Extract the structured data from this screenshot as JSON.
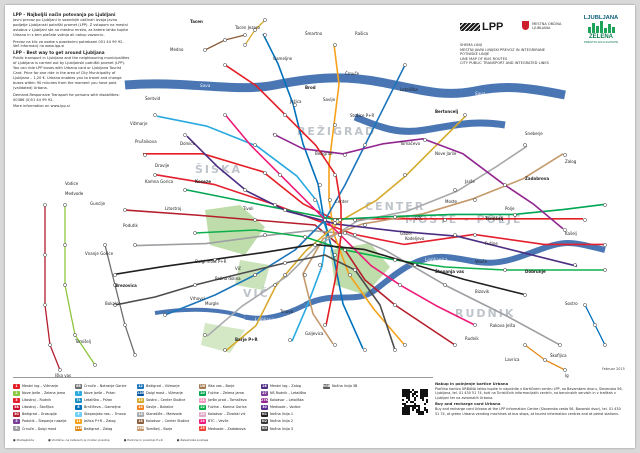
{
  "intro": {
    "title_sl": "LPP – Najboljši način potovanja po Ljubljani",
    "para1": "Javni prevoz po Ljubljani in sosednjih občinah izvaja Javno podjetje Ljubljanski potniški promet (LPP). Z vstopom na mestni avtobus v Ljubljani ste na mestno mrežo, za katere lahko kupite Urbano in s tem plačate vožnjo ali nakup vozovnic.",
    "para2": "Prevoz na klic za osebe s posebnimi potrebami 051 44 99 92. Več informacij na www.lpp.si",
    "title_en": "LPP - Best way to get around Ljubljana",
    "para3": "Public transport in Ljubljana and the neighbouring municipalities of Ljubljana is carried out by Ljubljanski potniški promet (LPP). You can ride LPP buses with Urbana card or Ljubljana Tourist Card. Price for one ride in the area of City Municipality of Ljubljana – 1,20 €. Urbana enables you to travel and change buses within 90 minutes from the moment you have paid (validated) Urbana.",
    "para4": "Demand-Responsive Transport for persons with disabilities: 00386 (0)51 44 99 92.",
    "para5": "More information on www.lpp.si"
  },
  "brand": {
    "lpp": "LPP",
    "slo1": "MESTNA OBČINA",
    "slo2": "LJUBLJANA",
    "line1": "SHEMA LINIJ",
    "line2": "MESTNI JAVNI LINIJSKI PREVOZ IN INTEGRIRANE",
    "line3": "POTNIŠKE LINIJE",
    "line4": "LINE MAP OF BUS ROUTES",
    "line5": "CITY PUBLIC TRANSPORT AND INTEGRATED LINES",
    "ljub": "LJUBLJANA",
    "green": "ZELENA",
    "green_sub": "PRESTOLNICA EVROPE"
  },
  "districts": [
    "BEŽIGRAD",
    "ŠIŠKA",
    "CENTER",
    "MOSTE - POLJE",
    "VIČ",
    "RUDNIK"
  ],
  "rivers": [
    "Sava",
    "Sava",
    "Ljubljanica",
    "Ljubljanica",
    "Gradaščica"
  ],
  "places": [
    "Tacen",
    "Tacen Jezero",
    "Medno",
    "Šmartno",
    "Gameljne",
    "Rašica",
    "Črnuče",
    "Brod",
    "Ježica",
    "Savlje",
    "Stožice P+R",
    "Tomačevo",
    "Nove Jarše",
    "Zalog",
    "Zadobrova",
    "Šentvid",
    "Vižmarje",
    "Prušnikova",
    "Dravlje",
    "Kamna Gorica",
    "Podutik",
    "Koseze",
    "Bežigrad",
    "Center",
    "Tivoli",
    "Moste",
    "Polje",
    "Fužine",
    "Štepanja vas",
    "Rudnik",
    "Rakova Jelša",
    "Lavrica",
    "Škofljica",
    "Ig",
    "Vnanje Gorice",
    "Brezovica",
    "Dolgi most P+R",
    "Murgle",
    "Vič",
    "Bokalce",
    "Tomišelj",
    "Iška vas",
    "Barje P+R",
    "Trnovo",
    "Galjevica",
    "Rožna dolina",
    "Kodeljevo",
    "Bizovik",
    "Sostro",
    "Dobrunje",
    "Vevče",
    "Kašelj",
    "Sneberje",
    "Jarše",
    "Letališka",
    "BTC",
    "Tomišelj",
    "Litostroj",
    "Dolnice",
    "Gunclje",
    "Medvode",
    "Vodice",
    "Gaber",
    "Bertoncelj",
    "Vrhovci"
  ],
  "lines": [
    {
      "num": "1",
      "name": "Mestni log – Vižmarje",
      "color": "#e31e24"
    },
    {
      "num": "2",
      "name": "Nove Jarše – Zelena jama",
      "color": "#8dc63f"
    },
    {
      "num": "3",
      "name": "Litostroj – Rudnik",
      "color": "#e5202e"
    },
    {
      "num": "3B",
      "name": "Litostroj – Škofljica",
      "color": "#c8102e"
    },
    {
      "num": "3G",
      "name": "Bežigrad – Grosuplje",
      "color": "#b41e2d"
    },
    {
      "num": "5",
      "name": "Podutik – Štepanja naselje",
      "color": "#7b3f98"
    },
    {
      "num": "6",
      "name": "Črnuče – Dolgi most",
      "color": "#9e9fa3"
    },
    {
      "num": "6B",
      "name": "Črnuče – Notranje Gorice",
      "color": "#6d6e71"
    },
    {
      "num": "7",
      "name": "Nove Jarše – Pržan",
      "color": "#2aaae1"
    },
    {
      "num": "7L",
      "name": "Letališka – Pržan",
      "color": "#1c8fc4"
    },
    {
      "num": "8",
      "name": "Brnčičeva – Gameljne",
      "color": "#0072bc"
    },
    {
      "num": "9",
      "name": "Štepanjsko nas. – Trnovo",
      "color": "#6dcff6"
    },
    {
      "num": "11",
      "name": "Ježica P+R – Zalog",
      "color": "#f7a21b"
    },
    {
      "num": "11B",
      "name": "Bežigrad – Zalog",
      "color": "#e28a17"
    },
    {
      "num": "12",
      "name": "Bežigrad – Vižmarje",
      "color": "#1b75bb"
    },
    {
      "num": "12D",
      "name": "Dolgi most – Vižmarje",
      "color": "#00539f"
    },
    {
      "num": "13",
      "name": "Sostro – Center Stožice",
      "color": "#d6aa2d"
    },
    {
      "num": "14",
      "name": "Savlje – Bokalce",
      "color": "#f58220"
    },
    {
      "num": "15",
      "name": "Stanežiče – Medvode",
      "color": "#a7a9ac"
    },
    {
      "num": "18",
      "name": "Kolodvor – Center Stožice",
      "color": "#8b5e3c"
    },
    {
      "num": "19B",
      "name": "Tomišelj – Barje",
      "color": "#c49a6c"
    },
    {
      "num": "19I",
      "name": "Iška vas – Barje",
      "color": "#a67c52"
    },
    {
      "num": "20",
      "name": "Fužine – Zelena jama",
      "color": "#00a651"
    },
    {
      "num": "21",
      "name": "Jarški prod – Tomačevo",
      "color": "#f49ac1"
    },
    {
      "num": "22",
      "name": "Fužine – Kamna Gorica",
      "color": "#0db14b"
    },
    {
      "num": "23",
      "name": "Kolodvor – Živalski vrt",
      "color": "#e2a9c7"
    },
    {
      "num": "24",
      "name": "BTC – Vevče",
      "color": "#ed1c7a"
    },
    {
      "num": "25",
      "name": "Medvode – Zadobrova",
      "color": "#ef4136"
    },
    {
      "num": "26",
      "name": "Mestni log – Zalog",
      "color": "#4b2e83"
    },
    {
      "num": "27",
      "name": "NS Rudnik – Letališka",
      "color": "#7f3f98"
    },
    {
      "num": "27K",
      "name": "Kolodvor – Letališka",
      "color": "#92278f"
    },
    {
      "num": "30",
      "name": "Medvode – Vodice",
      "color": "#5c2d91"
    },
    {
      "num": "N1",
      "name": "Nočna linija 1",
      "color": "#231f20"
    },
    {
      "num": "N2",
      "name": "Nočna linija 2",
      "color": "#3a3a3a"
    },
    {
      "num": "N3",
      "name": "Nočna linija 3",
      "color": "#4d4d4d"
    },
    {
      "num": "N3B",
      "name": "Nočna linija 3B",
      "color": "#5a5a5a"
    }
  ],
  "legend_notes": [
    "Postajališče",
    "Vozlišče, na katerem je možen prestop",
    "Parkiraj in prestopi P+R",
    "Železniška postaja"
  ],
  "buy": {
    "h1": "Nakup in polnjenje kartice Urbana",
    "p1": "Plačilno kartico URBANA lahko kupite in napolnite v Kartičnem centru LPP, na Bavarskem dvoru, Slovenska 56, Ljubljana, tel. 01 430 51 74, tudi na Turističnih informacijskih centrih, na bencinskih servisih in v trafikah v Ljubljani ter na avtomatih Urbana.",
    "h2": "Buy and recharge card Urbana",
    "p2": "Buy and recharge card Urbana at the LPP Information Centre (Slovenska cesta 56, Bavarski dvor), tel. 01 430 51 74, at green Urbana vending machines at bus stops, at tourist information centres and at petrol stations."
  },
  "date": "Februar 2015"
}
